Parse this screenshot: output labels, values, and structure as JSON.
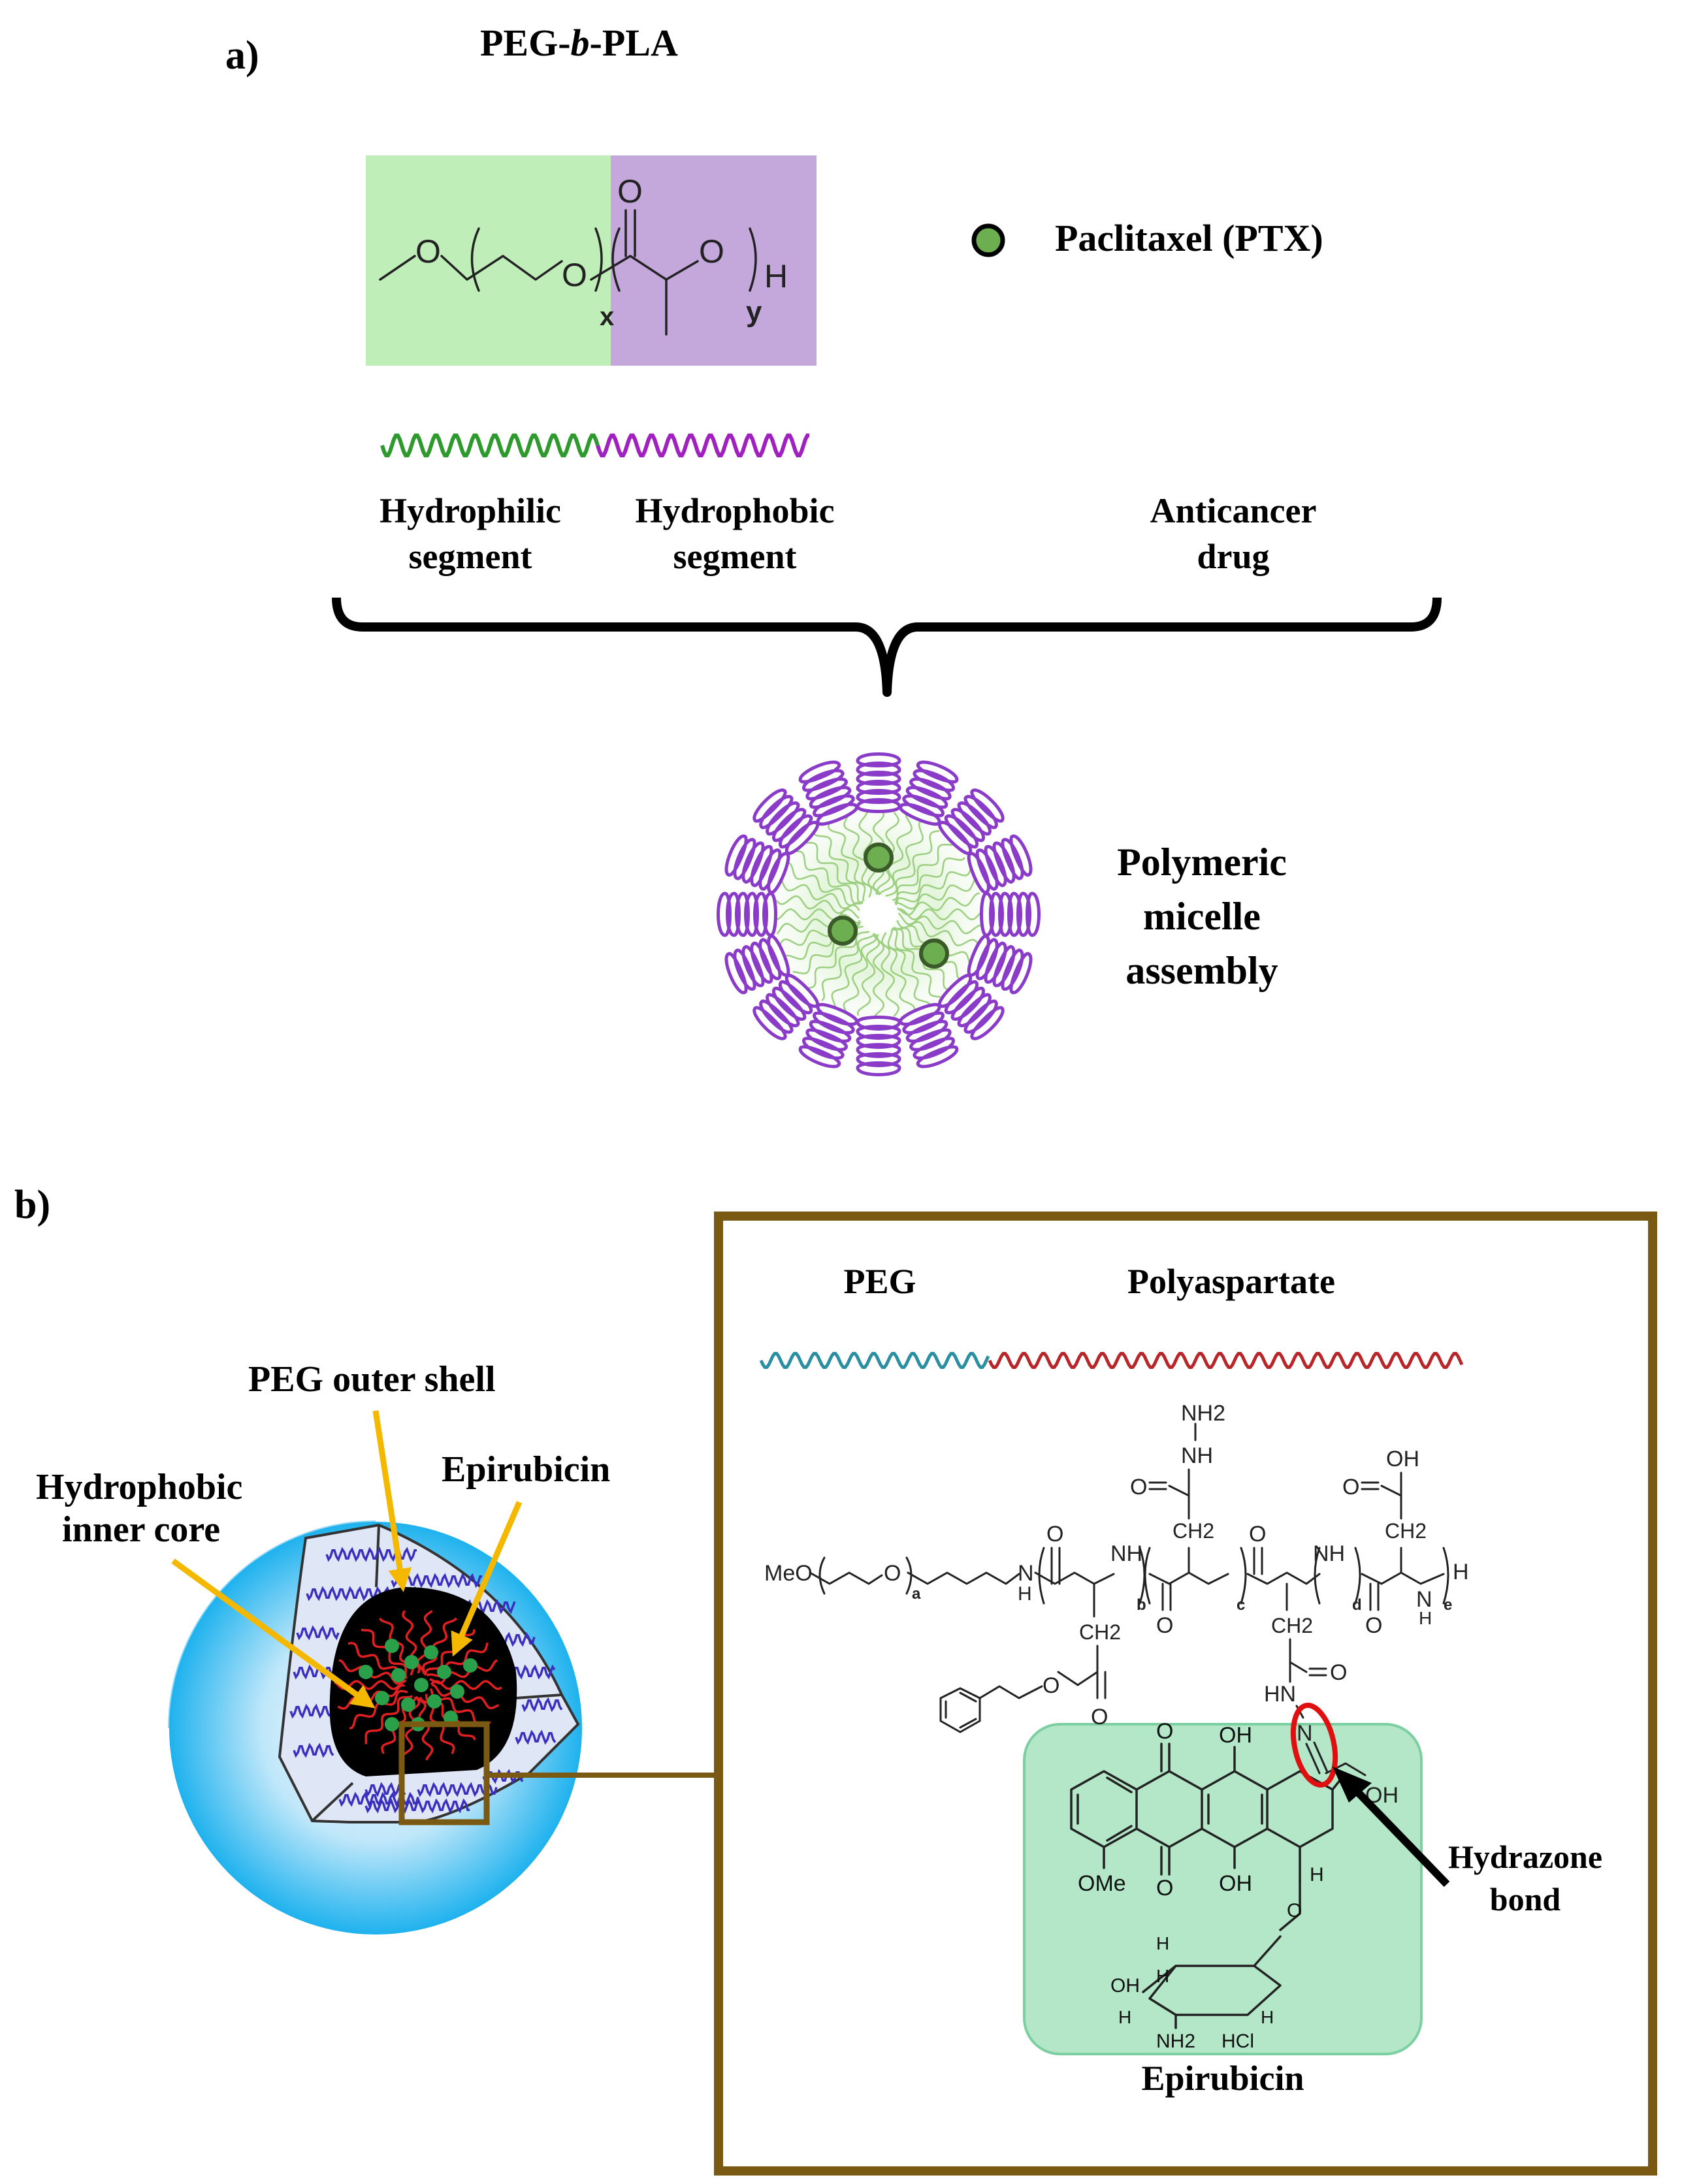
{
  "panel_a": {
    "label": "a)",
    "title_prefix": "PEG-",
    "title_italic": "b",
    "title_suffix": "-PLA",
    "structure": {
      "atom_o1": "O",
      "atom_o2": "O",
      "atom_carbonyl_o": "O",
      "atom_o3": "O",
      "atom_h": "H",
      "sub_x": "x",
      "sub_y": "y"
    },
    "legend_drug": "Paclitaxel (PTX)",
    "hydrophilic_line1": "Hydrophilic",
    "hydrophilic_line2": "segment",
    "hydrophobic_line1": "Hydrophobic",
    "hydrophobic_line2": "segment",
    "drug_line1": "Anticancer",
    "drug_line2": "drug",
    "micelle_line1": "Polymeric",
    "micelle_line2": "micelle",
    "micelle_line3": "assembly",
    "colors": {
      "peg_box": "#c0eeb8",
      "pla_box": "#c4a8dc",
      "green_wave": "#2e9a2e",
      "purple_wave": "#a020c0",
      "drug_dot": "#6cae50"
    }
  },
  "panel_b": {
    "label": "b)",
    "peg_shell": "PEG outer shell",
    "epirubicin_label": "Epirubicin",
    "core_line1": "Hydrophobic",
    "core_line2": "inner core",
    "inset": {
      "peg_label": "PEG",
      "polyaspartate_label": "Polyaspartate",
      "epirubicin_caption": "Epirubicin",
      "hydrazone_line1": "Hydrazone",
      "hydrazone_line2": "bond",
      "chem": {
        "meo": "MeO",
        "sub_a": "a",
        "sub_b": "b",
        "sub_c": "c",
        "sub_d": "d",
        "sub_e": "e",
        "nh2_top": "NH2",
        "nh_top": "NH",
        "o_1": "O",
        "o_2": "O",
        "o_3": "O",
        "o_4": "O",
        "o_5": "O",
        "oh_top": "OH",
        "ch2_1": "CH2",
        "ch2_2": "CH2",
        "ch2_3": "CH2",
        "ch2_4": "CH2",
        "h_end": "H",
        "nh_left": "N",
        "hn_hydrazide": "HN",
        "n_imine": "N",
        "oh_side": "OH",
        "oh_ring1": "OH",
        "oh_ring2": "OH",
        "ome": "OMe",
        "h_ring": "H",
        "oh_sugar": "OH",
        "h_s1": "H",
        "h_s2": "H",
        "h_s3": "H",
        "h_s4": "H",
        "nh2_sugar": "NH2",
        "hcl": "HCl"
      }
    },
    "colors": {
      "sphere": "#29b6f0",
      "shell_wave": "#3a2fbf",
      "core": "#000000",
      "core_chain": "#e02020",
      "drug_dot": "#2aa04a",
      "arrow": "#f5b800",
      "frame": "#7a5a12",
      "peg_wave": "#2a8fa0",
      "polyasp_wave": "#b8262a",
      "epirubicin_box": "#b4e6c8",
      "hydrazone_ring": "#e01010"
    }
  }
}
